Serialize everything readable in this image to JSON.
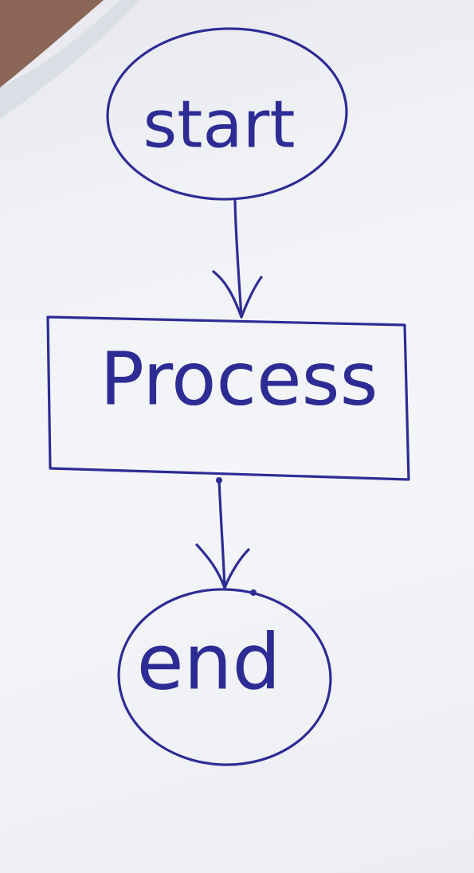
{
  "colors": {
    "ink": "#2d2c95",
    "paper": "#f3f4f7",
    "corner": "#7a4f3c"
  },
  "diagram": {
    "nodes": [
      {
        "id": "start",
        "shape": "circle",
        "label": "start"
      },
      {
        "id": "process",
        "shape": "rectangle",
        "label": "Process"
      },
      {
        "id": "end",
        "shape": "circle",
        "label": "end"
      }
    ],
    "edges": [
      {
        "from": "start",
        "to": "process"
      },
      {
        "from": "process",
        "to": "end"
      }
    ]
  }
}
